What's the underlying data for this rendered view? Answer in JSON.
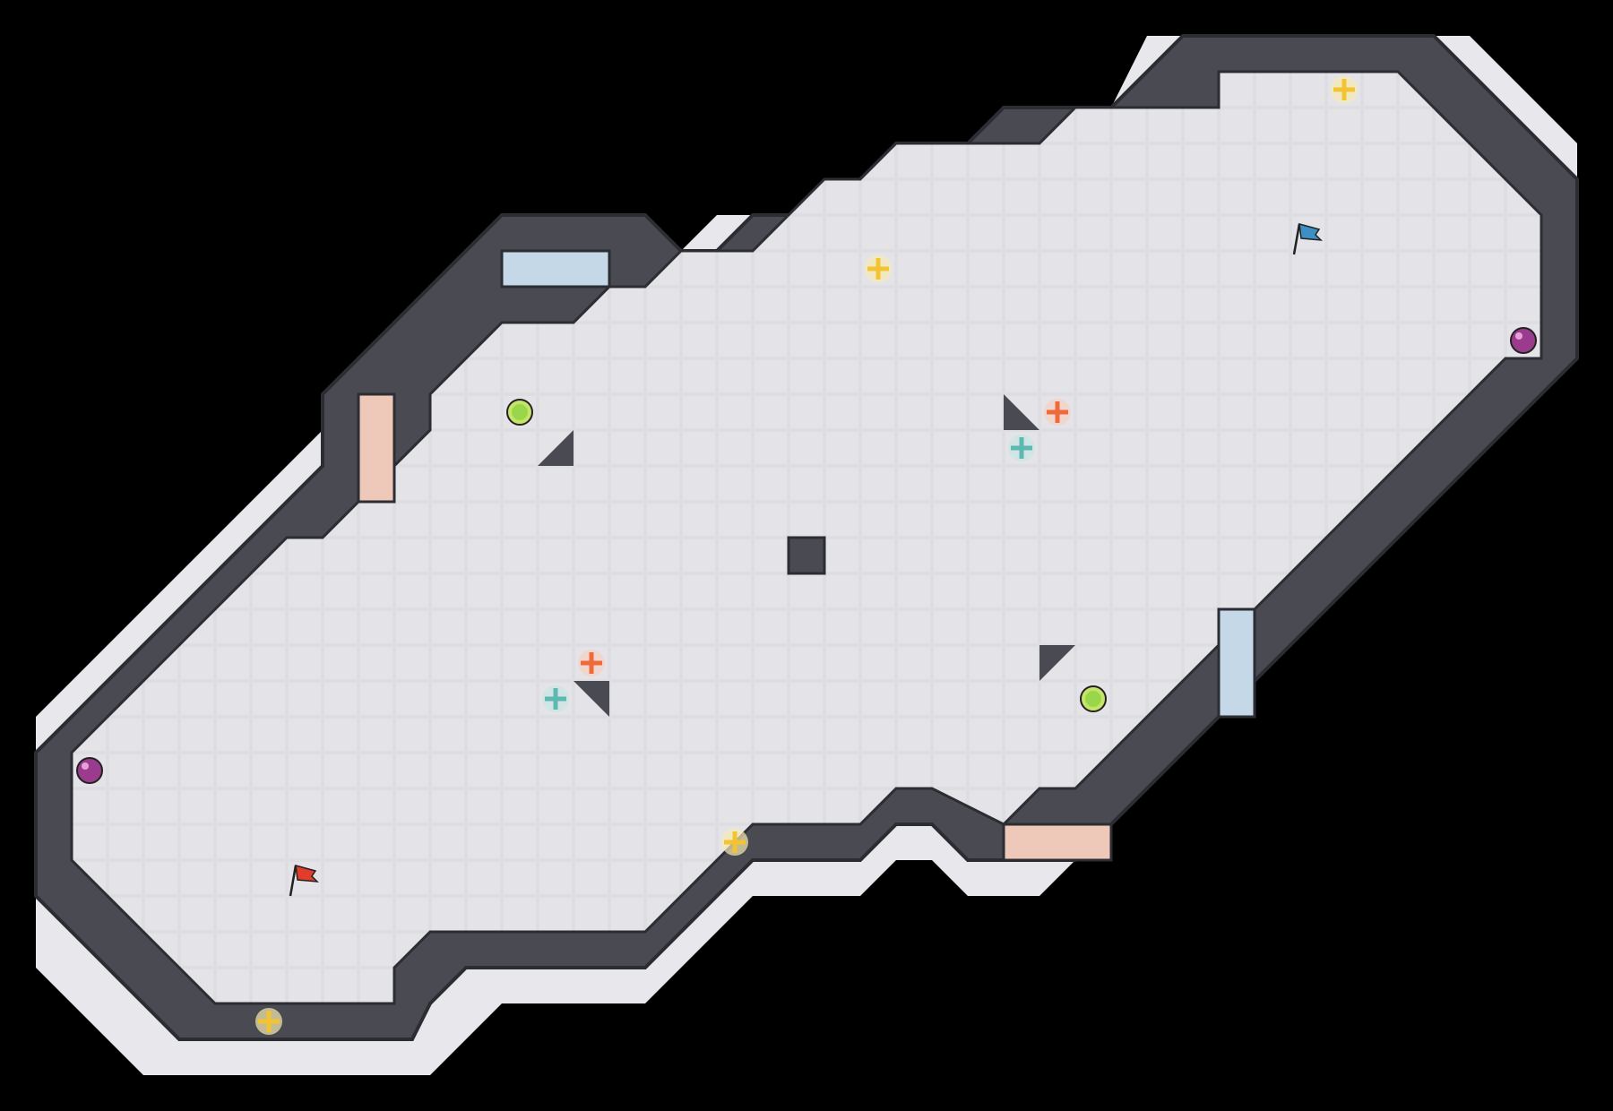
{
  "map": {
    "name": "",
    "colors": {
      "background": "#000000",
      "floor": "#e4e4e8",
      "floor_grid": "#d3d3d8",
      "wall": "#4a4a52",
      "wall_edge": "#2c2c33",
      "wall_outline": "#e8e8ec",
      "gate_blue": "#c4d8e8",
      "gate_red": "#eec9b9"
    }
  },
  "flags": [
    {
      "team": "red",
      "color": "#e23c2c"
    },
    {
      "team": "blue",
      "color": "#3d8fc4"
    }
  ],
  "spawns": [
    {
      "team": "red",
      "color": "#9b3b8e"
    },
    {
      "team": "blue",
      "color": "#9b3b8e"
    }
  ],
  "powerups": [
    {
      "type": "jukejuice",
      "color": "#9ad64a"
    },
    {
      "type": "jukejuice",
      "color": "#9ad64a"
    }
  ],
  "boosts": [
    {
      "kind": "neutral",
      "color": "#f4c430"
    },
    {
      "kind": "neutral",
      "color": "#f4c430"
    },
    {
      "kind": "neutral",
      "color": "#f4c430"
    },
    {
      "kind": "neutral",
      "color": "#f4c430"
    },
    {
      "kind": "red",
      "color": "#ef6a3a"
    },
    {
      "kind": "red",
      "color": "#ef6a3a"
    },
    {
      "kind": "blue",
      "color": "#5cb8b0"
    },
    {
      "kind": "blue",
      "color": "#5cb8b0"
    }
  ]
}
